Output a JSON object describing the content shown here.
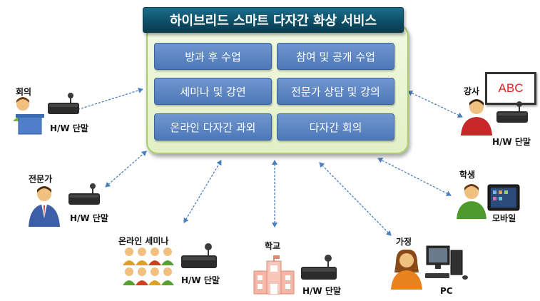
{
  "title": "하이브리드 스마트 다자간 화상 서비스",
  "services": [
    "방과 후 수업",
    "참여 및 공개 수업",
    "세미나 및 강연",
    "전문가 상담 및 강의",
    "온라인 다자간 과외",
    "다자간 회의"
  ],
  "nodes": {
    "meeting": {
      "label": "회의",
      "device": "H/W 단말"
    },
    "expert": {
      "label": "전문가",
      "device": "H/W 단말"
    },
    "online_seminar": {
      "label": "온라인 세미나",
      "device": "H/W 단말"
    },
    "school": {
      "label": "학교",
      "device": "H/W 단말"
    },
    "home": {
      "label": "가정",
      "device": "PC"
    },
    "student": {
      "label": "학생",
      "device": "모바일"
    },
    "lecturer": {
      "label": "강사",
      "device": "H/W 단말",
      "board_text": "ABC"
    }
  },
  "colors": {
    "title_bg": "#0d4f66",
    "panel_border": "#a9cd6e",
    "service_box": "#5b84c2",
    "arrow": "#4a7fc0"
  },
  "icons": {
    "connector": "double-headed-dotted-arrow",
    "terminal": "video-conference-terminal-icon",
    "person": "person-icon"
  }
}
